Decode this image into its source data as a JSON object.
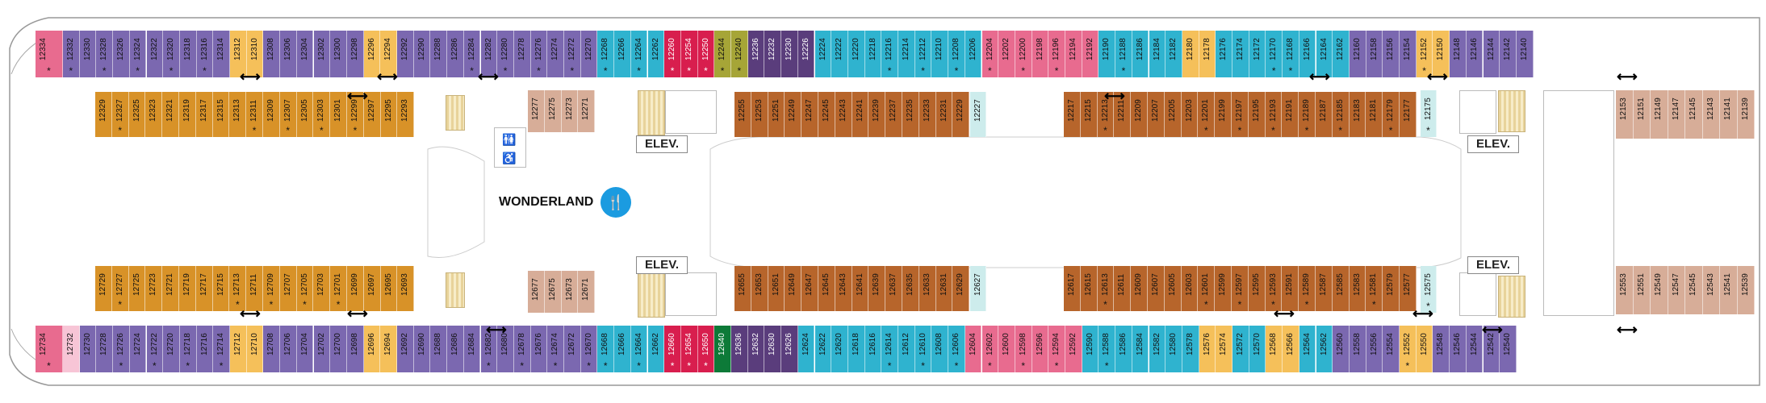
{
  "colors": {
    "purple": "#7b68b0",
    "cyan": "#2fb3cf",
    "red": "#d81e4e",
    "olive": "#a6a537",
    "darkpurple": "#5a3d7c",
    "pink": "#e86b8f",
    "lightpink": "#f7c5d6",
    "yellow": "#f5c05a",
    "orange": "#d89228",
    "brown": "#b7652b",
    "lightcyan": "#cdecec",
    "tan": "#d7ad98",
    "green": "#0d7a38"
  },
  "labels": {
    "venue": "WONDERLAND",
    "elev": "ELEV."
  },
  "top_outer": [
    {
      "n": "12334",
      "c": "pink",
      "s": true
    },
    {
      "n": "12332",
      "c": "purple",
      "s": true
    },
    {
      "n": "12330",
      "c": "purple",
      "s": false
    },
    {
      "n": "12328",
      "c": "purple",
      "s": true
    },
    {
      "n": "12326",
      "c": "purple",
      "s": false
    },
    {
      "n": "12324",
      "c": "purple",
      "s": true
    },
    {
      "n": "12322",
      "c": "purple",
      "s": false
    },
    {
      "n": "12320",
      "c": "purple",
      "s": true
    },
    {
      "n": "12318",
      "c": "purple",
      "s": false
    },
    {
      "n": "12316",
      "c": "purple",
      "s": true
    },
    {
      "n": "12314",
      "c": "purple",
      "s": false
    },
    {
      "n": "12312",
      "c": "yellow",
      "s": false
    },
    {
      "n": "12310",
      "c": "yellow",
      "s": false
    },
    {
      "n": "12308",
      "c": "purple",
      "s": false
    },
    {
      "n": "12306",
      "c": "purple",
      "s": false
    },
    {
      "n": "12304",
      "c": "purple",
      "s": false
    },
    {
      "n": "12302",
      "c": "purple",
      "s": false
    },
    {
      "n": "12300",
      "c": "purple",
      "s": false
    },
    {
      "n": "12298",
      "c": "purple",
      "s": false
    },
    {
      "n": "12296",
      "c": "yellow",
      "s": false
    },
    {
      "n": "12294",
      "c": "yellow",
      "s": false
    },
    {
      "n": "12292",
      "c": "purple",
      "s": false
    },
    {
      "n": "12290",
      "c": "purple",
      "s": false
    },
    {
      "n": "12288",
      "c": "purple",
      "s": false
    },
    {
      "n": "12286",
      "c": "purple",
      "s": false
    },
    {
      "n": "12284",
      "c": "purple",
      "s": true
    },
    {
      "n": "12282",
      "c": "purple",
      "s": false
    },
    {
      "n": "12280",
      "c": "purple",
      "s": true
    },
    {
      "n": "12278",
      "c": "purple",
      "s": false
    },
    {
      "n": "12276",
      "c": "purple",
      "s": true
    },
    {
      "n": "12274",
      "c": "purple",
      "s": false
    },
    {
      "n": "12272",
      "c": "purple",
      "s": true
    },
    {
      "n": "12270",
      "c": "purple",
      "s": false
    },
    {
      "n": "12268",
      "c": "cyan",
      "s": true
    },
    {
      "n": "12266",
      "c": "cyan",
      "s": false
    },
    {
      "n": "12264",
      "c": "cyan",
      "s": true
    },
    {
      "n": "12262",
      "c": "cyan",
      "s": false
    },
    {
      "n": "12260",
      "c": "red",
      "s": true
    },
    {
      "n": "12254",
      "c": "red",
      "s": true
    },
    {
      "n": "12250",
      "c": "red",
      "s": true
    },
    {
      "n": "12244",
      "c": "olive",
      "s": true
    },
    {
      "n": "12240",
      "c": "olive",
      "s": true
    },
    {
      "n": "12236",
      "c": "darkpurple",
      "s": false
    },
    {
      "n": "12232",
      "c": "darkpurple",
      "s": false
    },
    {
      "n": "12230",
      "c": "darkpurple",
      "s": false
    },
    {
      "n": "12226",
      "c": "darkpurple",
      "s": false
    },
    {
      "n": "12224",
      "c": "cyan",
      "s": false
    },
    {
      "n": "12222",
      "c": "cyan",
      "s": false
    },
    {
      "n": "12220",
      "c": "cyan",
      "s": false
    },
    {
      "n": "12218",
      "c": "cyan",
      "s": false
    },
    {
      "n": "12216",
      "c": "cyan",
      "s": true
    },
    {
      "n": "12214",
      "c": "cyan",
      "s": false
    },
    {
      "n": "12212",
      "c": "cyan",
      "s": true
    },
    {
      "n": "12210",
      "c": "cyan",
      "s": false
    },
    {
      "n": "12208",
      "c": "cyan",
      "s": true
    },
    {
      "n": "12206",
      "c": "cyan",
      "s": false
    },
    {
      "n": "12204",
      "c": "pink",
      "s": true
    },
    {
      "n": "12202",
      "c": "pink",
      "s": false
    },
    {
      "n": "12200",
      "c": "pink",
      "s": true
    },
    {
      "n": "12198",
      "c": "pink",
      "s": false
    },
    {
      "n": "12196",
      "c": "pink",
      "s": true
    },
    {
      "n": "12194",
      "c": "pink",
      "s": false
    },
    {
      "n": "12192",
      "c": "pink",
      "s": false
    },
    {
      "n": "12190",
      "c": "cyan",
      "s": false
    },
    {
      "n": "12188",
      "c": "cyan",
      "s": true
    },
    {
      "n": "12186",
      "c": "cyan",
      "s": false
    },
    {
      "n": "12184",
      "c": "cyan",
      "s": false
    },
    {
      "n": "12182",
      "c": "cyan",
      "s": false
    },
    {
      "n": "12180",
      "c": "yellow",
      "s": false
    },
    {
      "n": "12178",
      "c": "yellow",
      "s": false
    },
    {
      "n": "12176",
      "c": "cyan",
      "s": false
    },
    {
      "n": "12174",
      "c": "cyan",
      "s": false
    },
    {
      "n": "12172",
      "c": "cyan",
      "s": false
    },
    {
      "n": "12170",
      "c": "cyan",
      "s": true
    },
    {
      "n": "12168",
      "c": "cyan",
      "s": true
    },
    {
      "n": "12166",
      "c": "cyan",
      "s": false
    },
    {
      "n": "12164",
      "c": "cyan",
      "s": false
    },
    {
      "n": "12162",
      "c": "cyan",
      "s": false
    },
    {
      "n": "12160",
      "c": "purple",
      "s": false
    },
    {
      "n": "12158",
      "c": "purple",
      "s": false
    },
    {
      "n": "12156",
      "c": "purple",
      "s": false
    },
    {
      "n": "12154",
      "c": "purple",
      "s": false
    },
    {
      "n": "12152",
      "c": "yellow",
      "s": true
    },
    {
      "n": "12150",
      "c": "yellow",
      "s": false
    },
    {
      "n": "12148",
      "c": "purple",
      "s": false
    },
    {
      "n": "12146",
      "c": "purple",
      "s": false
    },
    {
      "n": "12144",
      "c": "purple",
      "s": false
    },
    {
      "n": "12142",
      "c": "purple",
      "s": false
    },
    {
      "n": "12140",
      "c": "purple",
      "s": false
    }
  ],
  "bottom_outer": [
    {
      "n": "12734",
      "c": "pink",
      "s": true
    },
    {
      "n": "12732",
      "c": "lightpink",
      "s": false
    },
    {
      "n": "12730",
      "c": "purple",
      "s": false
    },
    {
      "n": "12728",
      "c": "purple",
      "s": false
    },
    {
      "n": "12726",
      "c": "purple",
      "s": true
    },
    {
      "n": "12724",
      "c": "purple",
      "s": false
    },
    {
      "n": "12722",
      "c": "purple",
      "s": true
    },
    {
      "n": "12720",
      "c": "purple",
      "s": false
    },
    {
      "n": "12718",
      "c": "purple",
      "s": true
    },
    {
      "n": "12716",
      "c": "purple",
      "s": false
    },
    {
      "n": "12714",
      "c": "purple",
      "s": true
    },
    {
      "n": "12712",
      "c": "yellow",
      "s": false
    },
    {
      "n": "12710",
      "c": "yellow",
      "s": false
    },
    {
      "n": "12708",
      "c": "purple",
      "s": false
    },
    {
      "n": "12706",
      "c": "purple",
      "s": false
    },
    {
      "n": "12704",
      "c": "purple",
      "s": false
    },
    {
      "n": "12702",
      "c": "purple",
      "s": false
    },
    {
      "n": "12700",
      "c": "purple",
      "s": false
    },
    {
      "n": "12698",
      "c": "purple",
      "s": false
    },
    {
      "n": "12696",
      "c": "yellow",
      "s": false
    },
    {
      "n": "12694",
      "c": "yellow",
      "s": false
    },
    {
      "n": "12692",
      "c": "purple",
      "s": false
    },
    {
      "n": "12690",
      "c": "purple",
      "s": false
    },
    {
      "n": "12688",
      "c": "purple",
      "s": false
    },
    {
      "n": "12686",
      "c": "purple",
      "s": false
    },
    {
      "n": "12684",
      "c": "purple",
      "s": false
    },
    {
      "n": "12682",
      "c": "purple",
      "s": true
    },
    {
      "n": "12680",
      "c": "purple",
      "s": false
    },
    {
      "n": "12678",
      "c": "purple",
      "s": true
    },
    {
      "n": "12676",
      "c": "purple",
      "s": false
    },
    {
      "n": "12674",
      "c": "purple",
      "s": true
    },
    {
      "n": "12672",
      "c": "purple",
      "s": false
    },
    {
      "n": "12670",
      "c": "purple",
      "s": true
    },
    {
      "n": "12668",
      "c": "cyan",
      "s": true
    },
    {
      "n": "12666",
      "c": "cyan",
      "s": false
    },
    {
      "n": "12664",
      "c": "cyan",
      "s": true
    },
    {
      "n": "12662",
      "c": "cyan",
      "s": false
    },
    {
      "n": "12660",
      "c": "red",
      "s": true
    },
    {
      "n": "12654",
      "c": "red",
      "s": true
    },
    {
      "n": "12650",
      "c": "red",
      "s": true
    },
    {
      "n": "12640",
      "c": "green",
      "s": false
    },
    {
      "n": "12636",
      "c": "darkpurple",
      "s": false
    },
    {
      "n": "12632",
      "c": "darkpurple",
      "s": false
    },
    {
      "n": "12630",
      "c": "darkpurple",
      "s": false
    },
    {
      "n": "12626",
      "c": "darkpurple",
      "s": false
    },
    {
      "n": "12624",
      "c": "cyan",
      "s": false
    },
    {
      "n": "12622",
      "c": "cyan",
      "s": false
    },
    {
      "n": "12620",
      "c": "cyan",
      "s": false
    },
    {
      "n": "12618",
      "c": "cyan",
      "s": false
    },
    {
      "n": "12616",
      "c": "cyan",
      "s": false
    },
    {
      "n": "12614",
      "c": "cyan",
      "s": true
    },
    {
      "n": "12612",
      "c": "cyan",
      "s": false
    },
    {
      "n": "12610",
      "c": "cyan",
      "s": true
    },
    {
      "n": "12608",
      "c": "cyan",
      "s": false
    },
    {
      "n": "12606",
      "c": "cyan",
      "s": true
    },
    {
      "n": "12604",
      "c": "pink",
      "s": false
    },
    {
      "n": "12602",
      "c": "pink",
      "s": true
    },
    {
      "n": "12600",
      "c": "pink",
      "s": false
    },
    {
      "n": "12598",
      "c": "pink",
      "s": true
    },
    {
      "n": "12596",
      "c": "pink",
      "s": false
    },
    {
      "n": "12594",
      "c": "pink",
      "s": true
    },
    {
      "n": "12592",
      "c": "pink",
      "s": false
    },
    {
      "n": "12590",
      "c": "cyan",
      "s": false
    },
    {
      "n": "12588",
      "c": "cyan",
      "s": true
    },
    {
      "n": "12586",
      "c": "cyan",
      "s": false
    },
    {
      "n": "12584",
      "c": "cyan",
      "s": false
    },
    {
      "n": "12582",
      "c": "cyan",
      "s": false
    },
    {
      "n": "12580",
      "c": "cyan",
      "s": false
    },
    {
      "n": "12578",
      "c": "cyan",
      "s": false
    },
    {
      "n": "12576",
      "c": "yellow",
      "s": false
    },
    {
      "n": "12574",
      "c": "yellow",
      "s": false
    },
    {
      "n": "12572",
      "c": "cyan",
      "s": false
    },
    {
      "n": "12570",
      "c": "cyan",
      "s": false
    },
    {
      "n": "12568",
      "c": "yellow",
      "s": false
    },
    {
      "n": "12566",
      "c": "yellow",
      "s": false
    },
    {
      "n": "12564",
      "c": "cyan",
      "s": false
    },
    {
      "n": "12562",
      "c": "cyan",
      "s": false
    },
    {
      "n": "12560",
      "c": "purple",
      "s": false
    },
    {
      "n": "12558",
      "c": "purple",
      "s": false
    },
    {
      "n": "12556",
      "c": "purple",
      "s": false
    },
    {
      "n": "12554",
      "c": "purple",
      "s": false
    },
    {
      "n": "12552",
      "c": "yellow",
      "s": true
    },
    {
      "n": "12550",
      "c": "yellow",
      "s": false
    },
    {
      "n": "12548",
      "c": "purple",
      "s": false
    },
    {
      "n": "12546",
      "c": "purple",
      "s": false
    },
    {
      "n": "12544",
      "c": "purple",
      "s": false
    },
    {
      "n": "12542",
      "c": "purple",
      "s": false
    },
    {
      "n": "12540",
      "c": "purple",
      "s": false
    }
  ],
  "top_inner_left": [
    {
      "n": "12329",
      "s": false
    },
    {
      "n": "12327",
      "s": true
    },
    {
      "n": "12325",
      "s": false
    },
    {
      "n": "12323",
      "s": false
    },
    {
      "n": "12321",
      "s": false
    },
    {
      "n": "12319",
      "s": false
    },
    {
      "n": "12317",
      "s": false
    },
    {
      "n": "12315",
      "s": false
    },
    {
      "n": "12313",
      "s": false
    },
    {
      "n": "12311",
      "s": true
    },
    {
      "n": "12309",
      "s": false
    },
    {
      "n": "12307",
      "s": true
    },
    {
      "n": "12305",
      "s": false
    },
    {
      "n": "12303",
      "s": true
    },
    {
      "n": "12301",
      "s": false
    },
    {
      "n": "12299",
      "s": true
    },
    {
      "n": "12297",
      "s": false
    },
    {
      "n": "12295",
      "s": false
    },
    {
      "n": "12293",
      "s": false
    }
  ],
  "bottom_inner_left": [
    {
      "n": "12729",
      "s": false
    },
    {
      "n": "12727",
      "s": true
    },
    {
      "n": "12725",
      "s": false
    },
    {
      "n": "12723",
      "s": false
    },
    {
      "n": "12721",
      "s": false
    },
    {
      "n": "12719",
      "s": false
    },
    {
      "n": "12717",
      "s": false
    },
    {
      "n": "12715",
      "s": false
    },
    {
      "n": "12713",
      "s": true
    },
    {
      "n": "12711",
      "s": false
    },
    {
      "n": "12709",
      "s": true
    },
    {
      "n": "12707",
      "s": false
    },
    {
      "n": "12705",
      "s": true
    },
    {
      "n": "12703",
      "s": false
    },
    {
      "n": "12701",
      "s": true
    },
    {
      "n": "12699",
      "s": false
    },
    {
      "n": "12697",
      "s": false
    },
    {
      "n": "12695",
      "s": false
    },
    {
      "n": "12693",
      "s": false
    }
  ],
  "top_tan_mid": [
    "12277",
    "12275",
    "12273",
    "12271"
  ],
  "bottom_tan_mid": [
    "12677",
    "12675",
    "12673",
    "12671"
  ],
  "top_inner_mid": [
    "12255",
    "12253",
    "12251",
    "12249",
    "12247",
    "12245",
    "12243",
    "12241",
    "12239",
    "12237",
    "12235",
    "12233",
    "12231",
    "12229"
  ],
  "bottom_inner_mid": [
    "12655",
    "12653",
    "12651",
    "12649",
    "12647",
    "12645",
    "12643",
    "12641",
    "12639",
    "12637",
    "12635",
    "12633",
    "12631",
    "12629"
  ],
  "top_lightcyan_mid": "12227",
  "bottom_lightcyan_mid": "12627",
  "top_inner_right": [
    {
      "n": "12217",
      "s": false
    },
    {
      "n": "12215",
      "s": false
    },
    {
      "n": "12213",
      "s": true
    },
    {
      "n": "12211",
      "s": false
    },
    {
      "n": "12209",
      "s": false
    },
    {
      "n": "12207",
      "s": false
    },
    {
      "n": "12205",
      "s": false
    },
    {
      "n": "12203",
      "s": false
    },
    {
      "n": "12201",
      "s": true
    },
    {
      "n": "12199",
      "s": false
    },
    {
      "n": "12197",
      "s": true
    },
    {
      "n": "12195",
      "s": false
    },
    {
      "n": "12193",
      "s": true
    },
    {
      "n": "12191",
      "s": false
    },
    {
      "n": "12189",
      "s": true
    },
    {
      "n": "12187",
      "s": false
    },
    {
      "n": "12185",
      "s": true
    },
    {
      "n": "12183",
      "s": false
    },
    {
      "n": "12181",
      "s": false
    },
    {
      "n": "12179",
      "s": true
    },
    {
      "n": "12177",
      "s": false
    }
  ],
  "bottom_inner_right": [
    {
      "n": "12617",
      "s": false
    },
    {
      "n": "12615",
      "s": false
    },
    {
      "n": "12613",
      "s": true
    },
    {
      "n": "12611",
      "s": false
    },
    {
      "n": "12609",
      "s": false
    },
    {
      "n": "12607",
      "s": false
    },
    {
      "n": "12605",
      "s": false
    },
    {
      "n": "12603",
      "s": false
    },
    {
      "n": "12601",
      "s": true
    },
    {
      "n": "12599",
      "s": false
    },
    {
      "n": "12597",
      "s": true
    },
    {
      "n": "12595",
      "s": false
    },
    {
      "n": "12593",
      "s": true
    },
    {
      "n": "12591",
      "s": false
    },
    {
      "n": "12589",
      "s": true
    },
    {
      "n": "12587",
      "s": false
    },
    {
      "n": "12585",
      "s": false
    },
    {
      "n": "12583",
      "s": false
    },
    {
      "n": "12581",
      "s": true
    },
    {
      "n": "12579",
      "s": false
    },
    {
      "n": "12577",
      "s": false
    }
  ],
  "top_lightcyan_right": "12175",
  "bottom_lightcyan_right": "12575",
  "top_tan_right": [
    "12153",
    "12151",
    "12149",
    "12147",
    "12145",
    "12143",
    "12141",
    "12139"
  ],
  "bottom_tan_right": [
    "12553",
    "12551",
    "12549",
    "12547",
    "12545",
    "12543",
    "12541",
    "12539"
  ]
}
